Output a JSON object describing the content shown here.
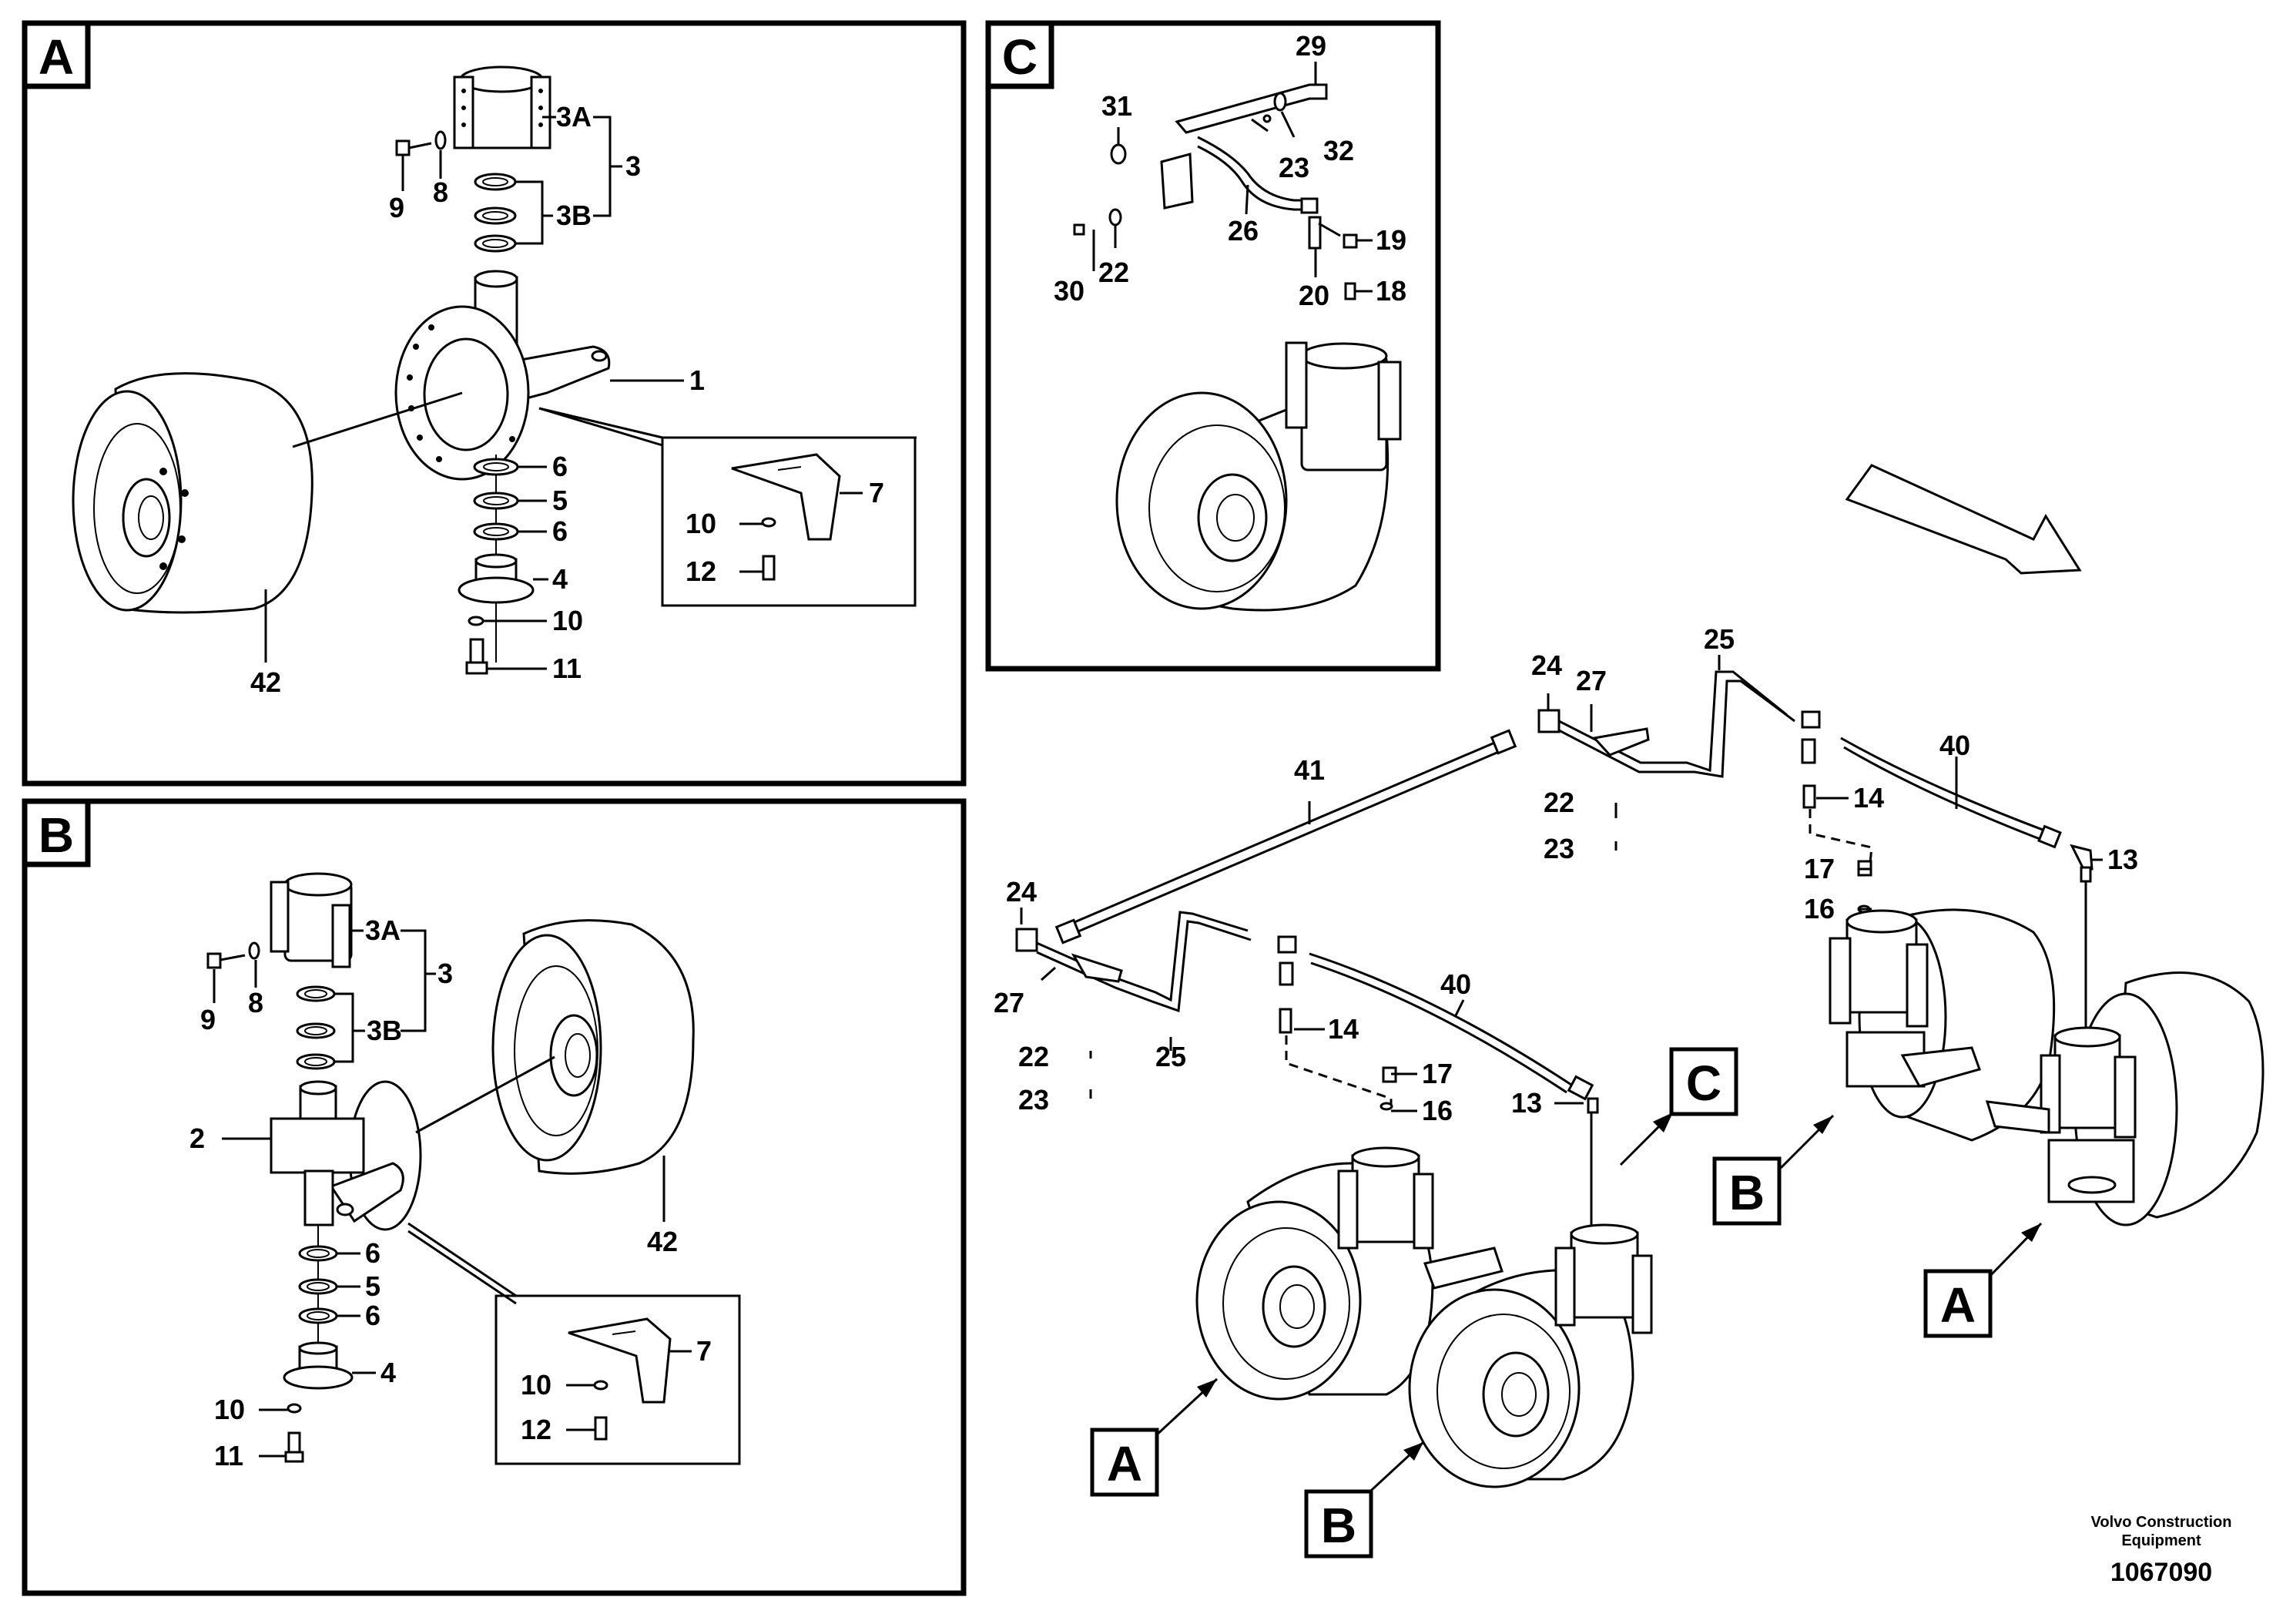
{
  "panels": {
    "a": {
      "letter": "A",
      "labels": {
        "p3A": "3A",
        "p3": "3",
        "p3B": "3B",
        "p9": "9",
        "p8": "8",
        "p1": "1",
        "p6a": "6",
        "p5": "5",
        "p6b": "6",
        "p4": "4",
        "p10": "10",
        "p11": "11",
        "p42": "42",
        "p7": "7",
        "p10d": "10",
        "p12d": "12"
      }
    },
    "b": {
      "letter": "B",
      "labels": {
        "p3A": "3A",
        "p3": "3",
        "p3B": "3B",
        "p9": "9",
        "p8": "8",
        "p2": "2",
        "p6a": "6",
        "p5": "5",
        "p6b": "6",
        "p4": "4",
        "p10": "10",
        "p11": "11",
        "p42": "42",
        "p7": "7",
        "p10d": "10",
        "p12d": "12"
      }
    },
    "c": {
      "letter": "C",
      "labels": {
        "p29": "29",
        "p31": "31",
        "p23": "23",
        "p32": "32",
        "p26": "26",
        "p19": "19",
        "p30": "30",
        "p22": "22",
        "p20": "20",
        "p18": "18"
      }
    }
  },
  "overview": {
    "labels": {
      "p24r": "24",
      "p27r": "27",
      "p25r": "25",
      "p41": "41",
      "p40r": "40",
      "p22r": "22",
      "p23r": "23",
      "p14r": "14",
      "p17r": "17",
      "p16r": "16",
      "p13r": "13",
      "p24l": "24",
      "p27l": "27",
      "p22l": "22",
      "p23l": "23",
      "p25l": "25",
      "p14l": "14",
      "p40l": "40",
      "p17l": "17",
      "p16l": "16",
      "p13l": "13"
    },
    "callouts": {
      "c_top": "C",
      "b_right": "B",
      "a_right": "A",
      "a_left": "A",
      "b_left": "B"
    }
  },
  "footer": {
    "company_line1": "Volvo Construction",
    "company_line2": "Equipment",
    "drawing_number": "1067090"
  },
  "icons": {
    "direction": "travel-direction-arrow-icon"
  }
}
